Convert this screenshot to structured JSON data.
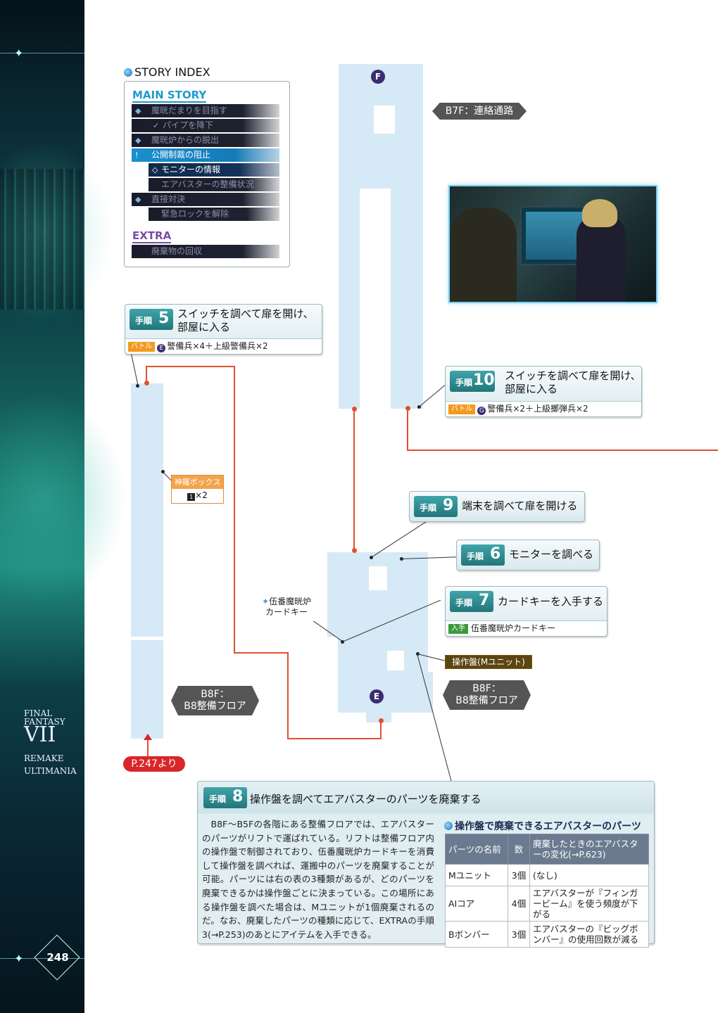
{
  "sidebar": {
    "logo": {
      "line1": "FINAL FANTASY",
      "line2": "VII",
      "line3": "REMAKE",
      "line4": "ULTIMANIA"
    },
    "page_number": "248"
  },
  "story_index": {
    "heading": "STORY INDEX",
    "main_label": "MAIN STORY",
    "items": [
      {
        "text": "魔晄だまりを目指す"
      },
      {
        "text": "パイプを降下",
        "mark": "✓"
      },
      {
        "text": "魔晄炉からの脱出"
      },
      {
        "text": "公開制裁の阻止",
        "mark": "!"
      },
      {
        "text": "モニターの情報",
        "mark": "◇"
      },
      {
        "text": "エアバスターの整備状況"
      },
      {
        "text": "直接対決"
      },
      {
        "text": "緊急ロックを解除"
      }
    ],
    "extra_label": "EXTRA",
    "extra_items": [
      {
        "text": "廃棄物の回収"
      }
    ]
  },
  "map": {
    "marker_f": "F",
    "marker_e": "E",
    "floor_b7f": "B7F：連絡通路",
    "floor_b8f_left": {
      "l1": "B8F：",
      "l2": "B8整備フロア"
    },
    "floor_b8f_right": {
      "l1": "B8F：",
      "l2": "B8整備フロア"
    },
    "chest": {
      "label": "神羅ボックス",
      "icon": "1",
      "count": "×2"
    },
    "card_key": {
      "l1": "伍番魔晄炉",
      "l2": "カードキー"
    },
    "panel_label": "操作盤(Mユニット)",
    "page_ref": "P.247より"
  },
  "steps": {
    "label": "手順",
    "s5": {
      "num": "5",
      "title_l1": "スイッチを調べて扉を開け、",
      "title_l2": "部屋に入る",
      "tag": "バトル",
      "enemy_mark": "E",
      "detail": "警備兵×4＋上級警備兵×2"
    },
    "s10": {
      "num": "10",
      "title_l1": "スイッチを調べて扉を開け、",
      "title_l2": "部屋に入る",
      "tag": "バトル",
      "enemy_mark": "G",
      "detail": "警備兵×2＋上級擲弾兵×2"
    },
    "s9": {
      "num": "9",
      "title": "端末を調べて扉を開ける"
    },
    "s6": {
      "num": "6",
      "title": "モニターを調べる"
    },
    "s7": {
      "num": "7",
      "title": "カードキーを入手する",
      "tag": "入手",
      "detail": "伍番魔晄炉カードキー"
    },
    "s8": {
      "num": "8",
      "title": "操作盤を調べてエアバスターのパーツを廃棄する",
      "body": "B8F～B5Fの各階にある整備フロアでは、エアバスターのパーツがリフトで運ばれている。リフトは整備フロア内の操作盤で制御されており、伍番魔晄炉カードキーを消費して操作盤を調べれば、運搬中のパーツを廃棄することが可能。パーツには右の表の3種類があるが、どのパーツを廃棄できるかは操作盤ごとに決まっている。この場所にある操作盤を調べた場合は、Mユニットが1個廃棄されるのだ。なお、廃棄したパーツの種類に応じて、EXTRAの手順3(→P.253)のあとにアイテムを入手できる。",
      "table_title": "操作盤で廃棄できるエアバスターのパーツ",
      "table": {
        "headers": [
          "パーツの名前",
          "数",
          "廃棄したときのエアバスターの変化(→P.623)"
        ],
        "rows": [
          [
            "Mユニット",
            "3個",
            "(なし)"
          ],
          [
            "AIコア",
            "4個",
            "エアバスターが『フィンガービーム』を使う頻度が下がる"
          ],
          [
            "Bボンバー",
            "3個",
            "エアバスターの『ビッグボンバー』の使用回数が減る"
          ]
        ]
      }
    }
  },
  "colors": {
    "accent_teal": "#2f8f94",
    "route_red": "#e0512f",
    "map_room": "#d6e9f7",
    "main_story": "#1d9bd0",
    "extra": "#7a4da6"
  }
}
